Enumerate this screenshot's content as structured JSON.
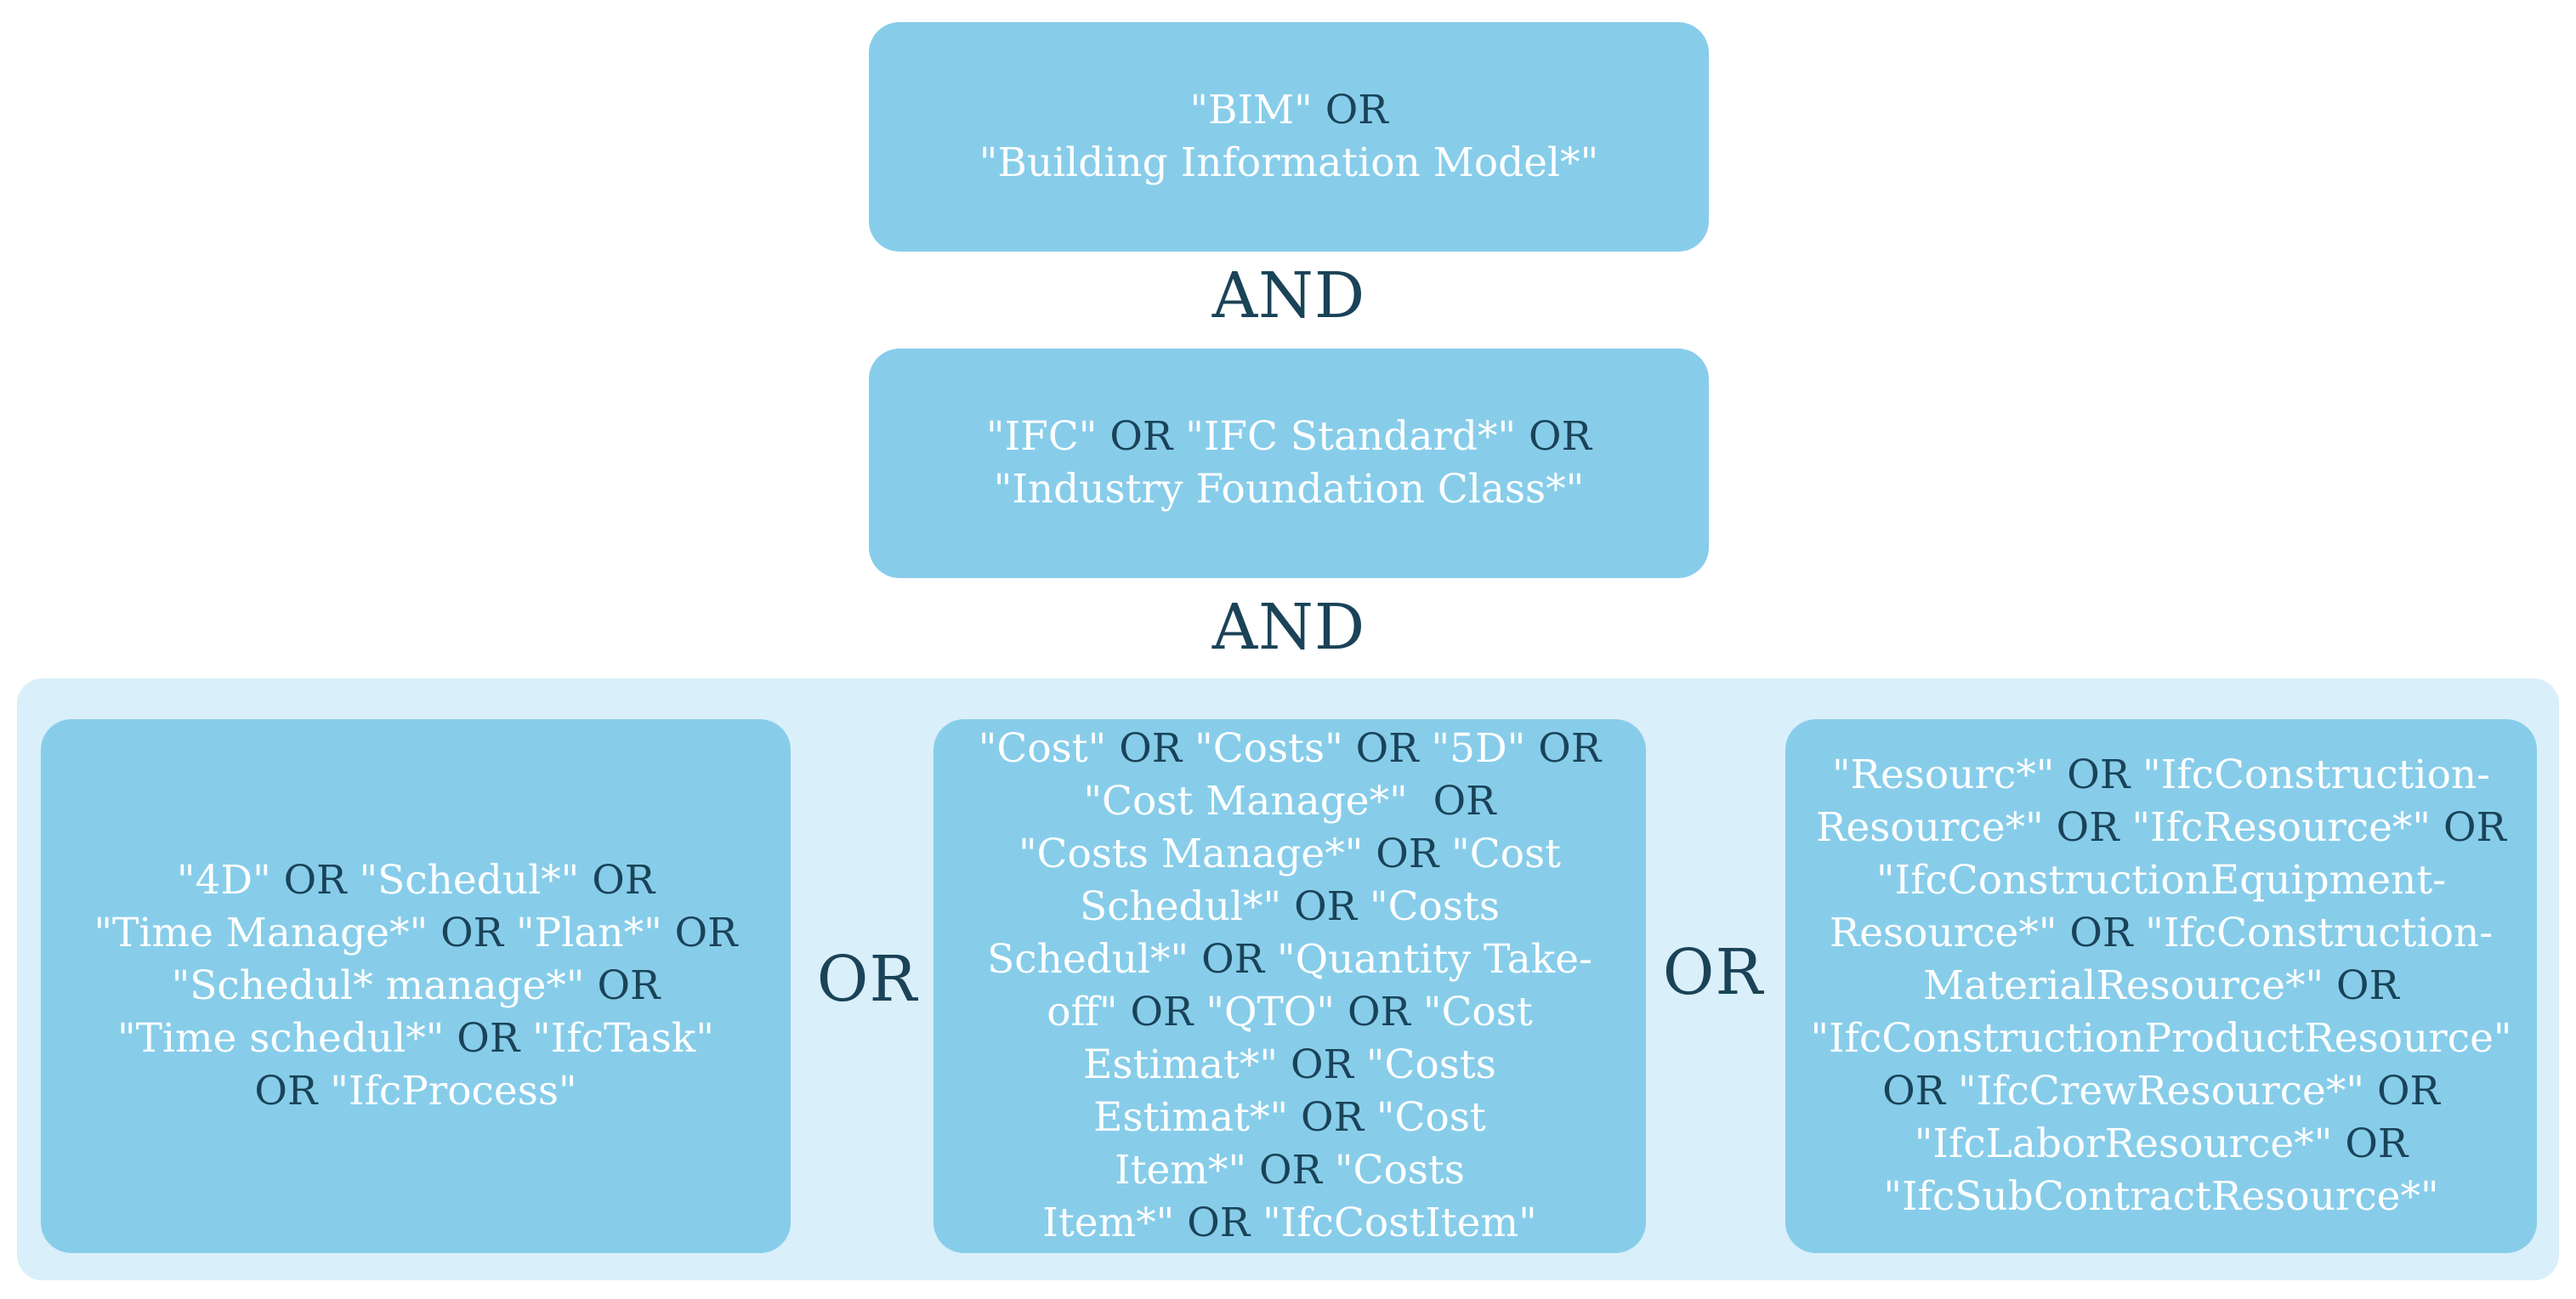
{
  "boxes": {
    "bim": {
      "lines": [
        [
          {
            "t": "term",
            "v": "\"BIM\""
          },
          {
            "t": "op",
            "v": " OR"
          }
        ],
        [
          {
            "t": "term",
            "v": "\"Building Information Model*\""
          }
        ]
      ]
    },
    "ifc": {
      "lines": [
        [
          {
            "t": "term",
            "v": "\"IFC\""
          },
          {
            "t": "op",
            "v": " OR "
          },
          {
            "t": "term",
            "v": "\"IFC Standard*\""
          },
          {
            "t": "op",
            "v": " OR"
          }
        ],
        [
          {
            "t": "term",
            "v": "\"Industry Foundation Class*\""
          }
        ]
      ]
    },
    "schedule": {
      "lines": [
        [
          {
            "t": "term",
            "v": "\"4D\""
          },
          {
            "t": "op",
            "v": " OR "
          },
          {
            "t": "term",
            "v": "\"Schedul*\""
          },
          {
            "t": "op",
            "v": " OR"
          }
        ],
        [
          {
            "t": "term",
            "v": "\"Time Manage*\""
          },
          {
            "t": "op",
            "v": " OR "
          },
          {
            "t": "term",
            "v": "\"Plan*\""
          },
          {
            "t": "op",
            "v": " OR"
          }
        ],
        [
          {
            "t": "term",
            "v": "\"Schedul* manage*\""
          },
          {
            "t": "op",
            "v": " OR"
          }
        ],
        [
          {
            "t": "term",
            "v": "\"Time schedul*\""
          },
          {
            "t": "op",
            "v": " OR "
          },
          {
            "t": "term",
            "v": "\"IfcTask\""
          }
        ],
        [
          {
            "t": "op",
            "v": "OR "
          },
          {
            "t": "term",
            "v": "\"IfcProcess\""
          }
        ]
      ]
    },
    "cost": {
      "lines": [
        [
          {
            "t": "term",
            "v": "\"Cost\""
          },
          {
            "t": "op",
            "v": " OR "
          },
          {
            "t": "term",
            "v": "\"Costs\""
          },
          {
            "t": "op",
            "v": " OR "
          },
          {
            "t": "term",
            "v": "\"5D\""
          },
          {
            "t": "op",
            "v": " OR"
          }
        ],
        [
          {
            "t": "term",
            "v": "\"Cost Manage*\""
          },
          {
            "t": "op",
            "v": "  OR"
          }
        ],
        [
          {
            "t": "term",
            "v": "\"Costs Manage*\""
          },
          {
            "t": "op",
            "v": " OR "
          },
          {
            "t": "term",
            "v": "\"Cost"
          }
        ],
        [
          {
            "t": "term",
            "v": "Schedul*\""
          },
          {
            "t": "op",
            "v": " OR "
          },
          {
            "t": "term",
            "v": "\"Costs"
          }
        ],
        [
          {
            "t": "term",
            "v": "Schedul*\""
          },
          {
            "t": "op",
            "v": " OR "
          },
          {
            "t": "term",
            "v": "\"Quantity Take-"
          }
        ],
        [
          {
            "t": "term",
            "v": "off\""
          },
          {
            "t": "op",
            "v": " OR "
          },
          {
            "t": "term",
            "v": "\"QTO\""
          },
          {
            "t": "op",
            "v": " OR "
          },
          {
            "t": "term",
            "v": "\"Cost"
          }
        ],
        [
          {
            "t": "term",
            "v": "Estimat*\""
          },
          {
            "t": "op",
            "v": " OR "
          },
          {
            "t": "term",
            "v": "\"Costs"
          }
        ],
        [
          {
            "t": "term",
            "v": "Estimat*\""
          },
          {
            "t": "op",
            "v": " OR "
          },
          {
            "t": "term",
            "v": "\"Cost"
          }
        ],
        [
          {
            "t": "term",
            "v": "Item*\""
          },
          {
            "t": "op",
            "v": " OR "
          },
          {
            "t": "term",
            "v": "\"Costs"
          }
        ],
        [
          {
            "t": "term",
            "v": "Item*\""
          },
          {
            "t": "op",
            "v": " OR "
          },
          {
            "t": "term",
            "v": "\"IfcCostItem\""
          }
        ]
      ]
    },
    "resource": {
      "lines": [
        [
          {
            "t": "term",
            "v": "\"Resourc*\""
          },
          {
            "t": "op",
            "v": " OR "
          },
          {
            "t": "term",
            "v": "\"IfcConstruction-"
          }
        ],
        [
          {
            "t": "term",
            "v": "Resource*\""
          },
          {
            "t": "op",
            "v": " OR "
          },
          {
            "t": "term",
            "v": "\"IfcResource*\""
          },
          {
            "t": "op",
            "v": " OR"
          }
        ],
        [
          {
            "t": "term",
            "v": "\"IfcConstructionEquipment-"
          }
        ],
        [
          {
            "t": "term",
            "v": "Resource*\""
          },
          {
            "t": "op",
            "v": " OR "
          },
          {
            "t": "term",
            "v": "\"IfcConstruction-"
          }
        ],
        [
          {
            "t": "term",
            "v": "MaterialResource*\""
          },
          {
            "t": "op",
            "v": " OR"
          }
        ],
        [
          {
            "t": "term",
            "v": "\"IfcConstructionProductResource\""
          }
        ],
        [
          {
            "t": "op",
            "v": "OR "
          },
          {
            "t": "term",
            "v": "\"IfcCrewResource*\""
          },
          {
            "t": "op",
            "v": " OR"
          }
        ],
        [
          {
            "t": "term",
            "v": "\"IfcLaborResource*\""
          },
          {
            "t": "op",
            "v": " OR"
          }
        ],
        [
          {
            "t": "term",
            "v": "\"IfcSubContractResource*\""
          }
        ]
      ]
    }
  },
  "connectors": {
    "and_1": "AND",
    "and_2": "AND",
    "or_1": "OR",
    "or_2": "OR"
  },
  "colors": {
    "box_fill": "#87cdea",
    "group_fill": "#d9eff9",
    "term_text": "#ffffff",
    "operator_text": "#1a4358"
  }
}
